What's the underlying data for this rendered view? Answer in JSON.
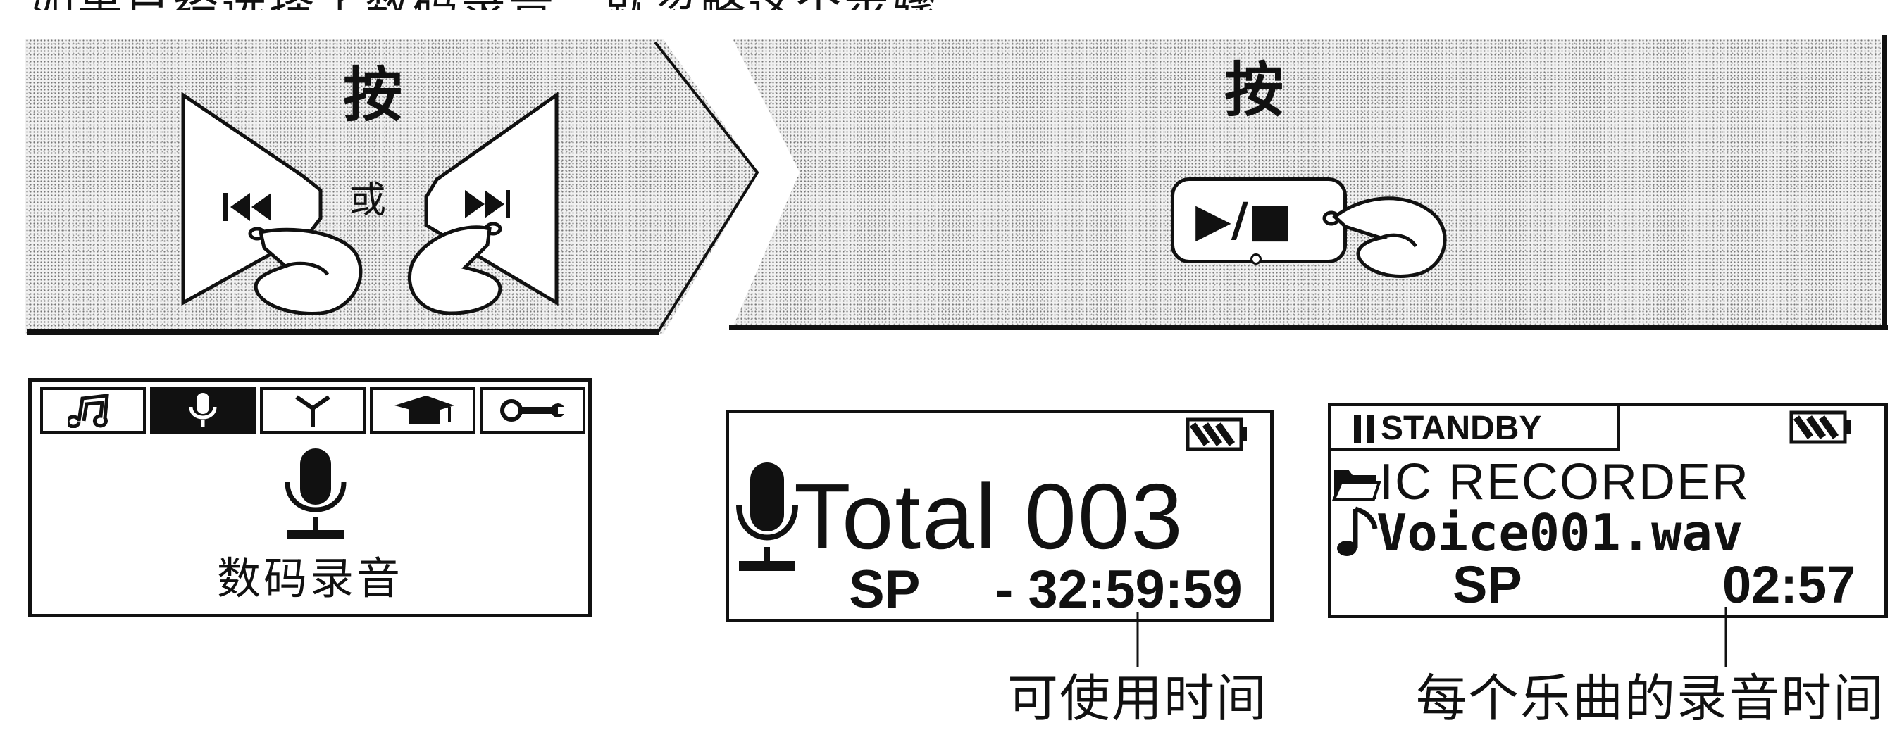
{
  "header_text": "如果已经选择了数码录音，就忽略这个步骤。",
  "step1": {
    "press_label": "按",
    "or_label": "或",
    "prev_button_icon": "previous-track-icon",
    "next_button_icon": "next-track-icon"
  },
  "step2": {
    "press_label": "按",
    "play_stop_label": "▶/■"
  },
  "menu_screen": {
    "tabs": [
      {
        "icon": "music-note-icon",
        "active": false
      },
      {
        "icon": "microphone-icon",
        "active": true
      },
      {
        "icon": "antenna-icon",
        "active": false
      },
      {
        "icon": "graduation-cap-icon",
        "active": false
      },
      {
        "icon": "wrench-icon",
        "active": false
      }
    ],
    "caption": "数码录音"
  },
  "total_screen": {
    "title": "Total 003",
    "mode": "SP",
    "time": "- 32:59:59"
  },
  "standby_screen": {
    "status": "STANDBY",
    "folder": "IC RECORDER",
    "file": "Voice001.wav",
    "mode": "SP",
    "time": "02:57"
  },
  "annotations": {
    "available_time": "可使用时间",
    "track_record_time": "每个乐曲的录音时间"
  }
}
